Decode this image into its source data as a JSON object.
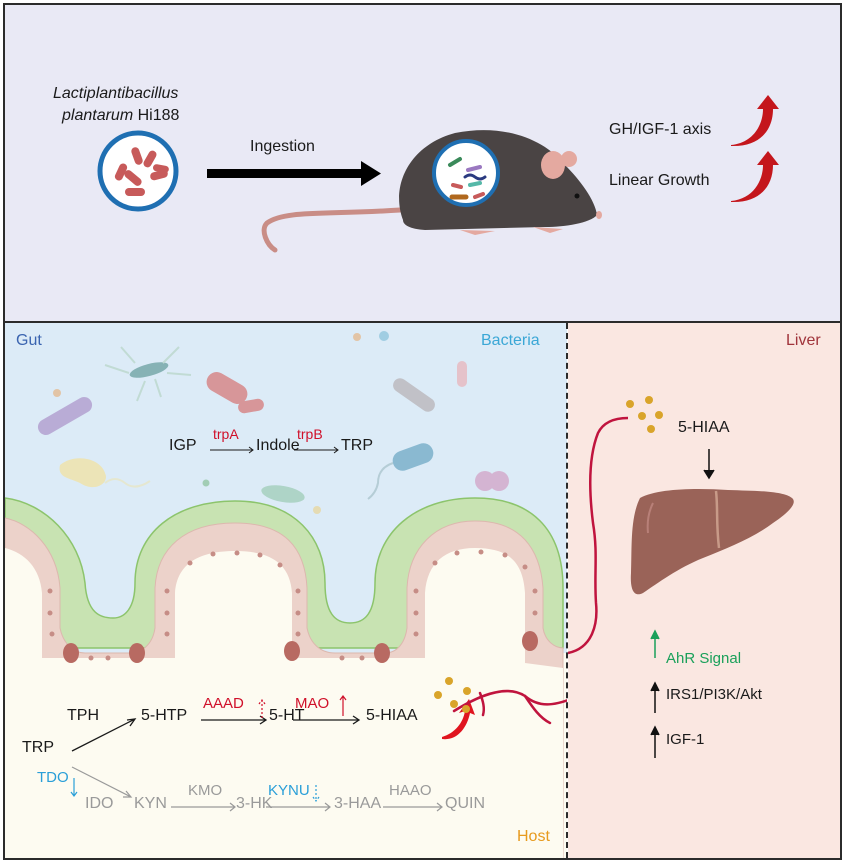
{
  "top": {
    "strain_line1": "Lactiplantibacillus",
    "strain_line2_italic": "plantarum",
    "strain_line2_plain": " Hi188",
    "ingestion_label": "Ingestion",
    "outcomes": [
      "GH/IGF-1 axis",
      "Linear Growth"
    ]
  },
  "gut": {
    "region_label": "Gut",
    "bacteria_label": "Bacteria",
    "host_label": "Host",
    "bacterial_pathway": {
      "nodes": [
        "IGP",
        "Indole",
        "TRP"
      ],
      "enzymes": [
        "trpA",
        "trpB"
      ]
    },
    "serotonin_pathway": {
      "start": "TRP",
      "tph": "TPH",
      "nodes": [
        "5-HTP",
        "5-HT",
        "5-HIAA"
      ],
      "enzymes": [
        "AAAD",
        "MAO"
      ]
    },
    "kynurenine_pathway": {
      "tdo": "TDO",
      "ido": "IDO",
      "nodes": [
        "KYN",
        "3-HK",
        "3-HAA",
        "QUIN"
      ],
      "enzymes": [
        "KMO",
        "KYNU",
        "HAAO"
      ]
    }
  },
  "liver": {
    "region_label": "Liver",
    "metabolite": "5-HIAA",
    "signals": [
      "AhR Signal",
      "IRS1/PI3K/Akt",
      "IGF-1"
    ]
  },
  "colors": {
    "up_red": "#d0102a",
    "down_blue": "#2a9fd8",
    "inactive_gray": "#9a9a9a",
    "ahr_green": "#1aa05a",
    "host_orange": "#e79a1e",
    "liver_label": "#a0343b",
    "gut_label": "#3a64b0"
  }
}
